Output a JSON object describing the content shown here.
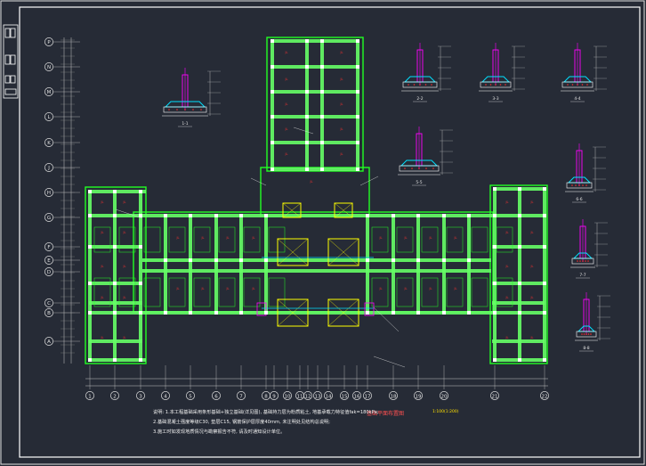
{
  "sheet": {
    "background": "#262b36",
    "frame_color": "#ffffff",
    "wall_color": "#22ff22",
    "beam_color": "#66ff66",
    "pile_color": "#ffff00",
    "grid_color": "#c8c8c8",
    "red_color": "#ff3030",
    "magenta_color": "#ff00ff",
    "cyan_color": "#00e0ff"
  },
  "plan": {
    "title": "基础平面布置图",
    "scale": "1:100(1:200)",
    "axis_bottom": [
      "1",
      "2",
      "3",
      "4",
      "5",
      "6",
      "7",
      "8",
      "9",
      "10",
      "11",
      "12",
      "13",
      "14",
      "15",
      "16",
      "17",
      "18",
      "19",
      "20",
      "21",
      "22"
    ],
    "axis_left": [
      "P",
      "N",
      "M",
      "L",
      "K",
      "J",
      "H",
      "G",
      "F",
      "E",
      "D",
      "C",
      "B",
      "A"
    ]
  },
  "notes": {
    "line1": "说明: 1.本工程基础采用条形基础+独立基础(详见图), 基础持力层为粉质粘土, 地基承载力特征值fak=180kPa;",
    "line2": "2.基础混凝土强度等级C30, 垫层C15, 钢筋保护层厚度40mm, 未注明处见结构总说明;",
    "line3": "3.施工时如发现地质情况与勘察报告不符, 请及时通知设计单位。"
  },
  "details": {
    "sec1": "1-1",
    "sec2": "2-2",
    "sec3": "3-3",
    "sec4": "4-4",
    "sec5": "5-5",
    "sec6": "6-6",
    "sec7": "7-7",
    "sec8": "8-8"
  }
}
